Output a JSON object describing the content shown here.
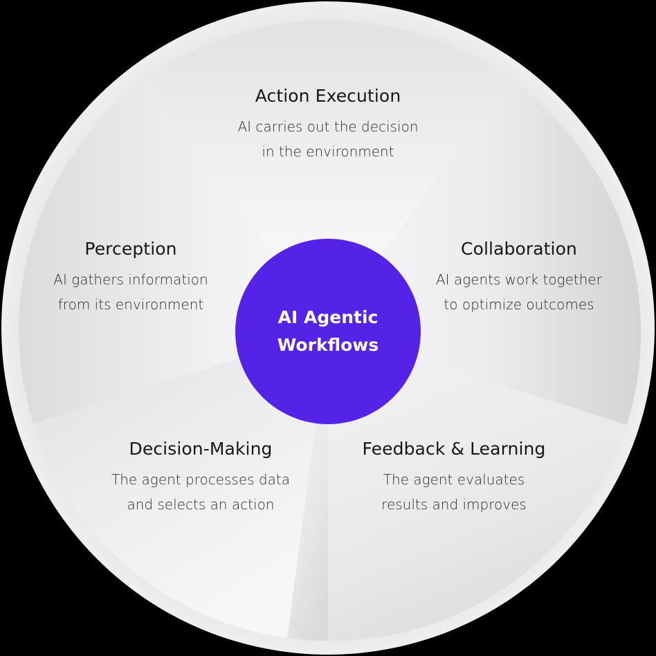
{
  "center": {
    "title_line1": "AI Agentic",
    "title_line2": "Workflows",
    "color": "#5423E7"
  },
  "segments": [
    {
      "title": "Action Execution",
      "desc_line1": "AI carries out the decision",
      "desc_line2": "in the environment"
    },
    {
      "title": "Collaboration",
      "desc_line1": "AI agents work together",
      "desc_line2": "to optimize outcomes"
    },
    {
      "title": "Feedback & Learning",
      "desc_line1": "The agent evaluates",
      "desc_line2": "results and improves"
    },
    {
      "title": "Decision-Making",
      "desc_line1": "The agent processes data",
      "desc_line2": "and selects an action"
    },
    {
      "title": "Perception",
      "desc_line1": "AI gathers information",
      "desc_line2": "from its environment"
    }
  ],
  "colors": {
    "ring": "#E9E9EA",
    "segment_light": "#F6F6F7",
    "segment_dark": "#D6D6D8",
    "background": "#000000"
  }
}
